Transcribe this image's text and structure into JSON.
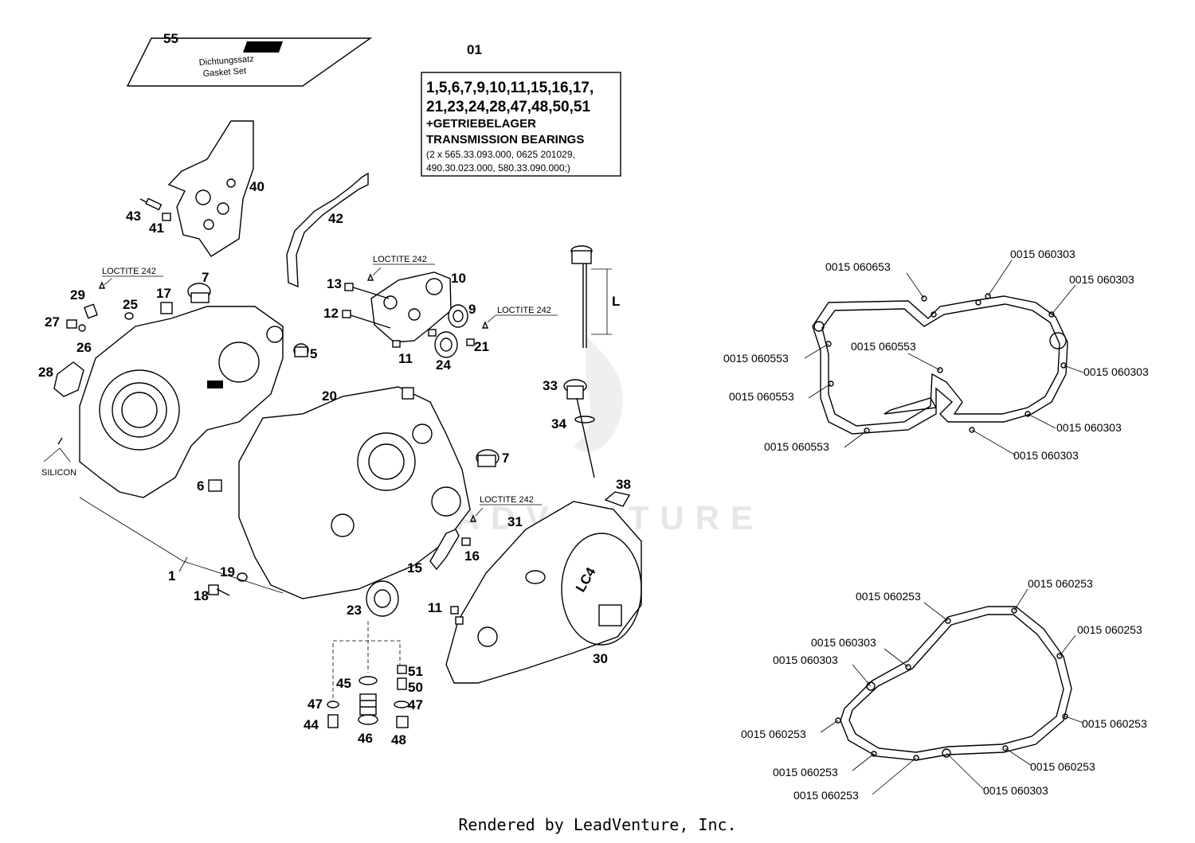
{
  "diagram": {
    "watermark": "LEADVENTURE",
    "callouts": [
      "55",
      "01",
      "40",
      "43",
      "41",
      "42",
      "13",
      "10",
      "12",
      "9",
      "11",
      "24",
      "21",
      "7",
      "29",
      "17",
      "25",
      "27",
      "26",
      "5",
      "28",
      "20",
      "6",
      "33",
      "34",
      "7",
      "38",
      "31",
      "16",
      "15",
      "1",
      "19",
      "18",
      "23",
      "11",
      "30",
      "45",
      "51",
      "50",
      "47",
      "44",
      "46",
      "48",
      "47"
    ],
    "loctite_labels": [
      "LOCTITE 242",
      "LOCTITE 242",
      "LOCTITE 242",
      "LOCTITE 242"
    ],
    "silicon_label": "SILICON",
    "dipstick_label": "L",
    "gasket_kit_box": {
      "line1": "1,5,6,7,9,10,11,15,16,17,",
      "line2": "21,23,24,28,47,48,50,51",
      "line3": "+GETRIEBELAGER",
      "line4": "TRANSMISSION BEARINGS",
      "line5": "(2 x 565.33.093.000, 0625 201029,",
      "line6": "490.30.023.000, 580.33.090.000;)"
    },
    "gasket_manual": {
      "line1": "Dichtungssatz",
      "line2": "Gasket Set"
    },
    "cover_badge": "LC4",
    "gasket_upper_labels": [
      "0015 060653",
      "0015 060303",
      "0015 060303",
      "0015 060553",
      "0015 060553",
      "0015 060303",
      "0015 060553",
      "0015 060303",
      "0015 060553",
      "0015 060303"
    ],
    "gasket_lower_labels": [
      "0015 060253",
      "0015 060253",
      "0015 060303",
      "0015 060253",
      "0015 060303",
      "0015 060253",
      "0015 060253",
      "0015 060253",
      "0015 060253",
      "0015 060303",
      "0015 060253"
    ]
  },
  "footer": "Rendered by LeadVenture, Inc."
}
